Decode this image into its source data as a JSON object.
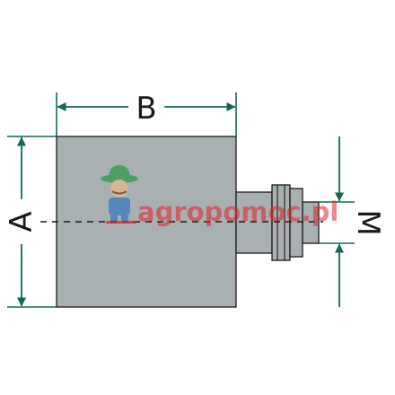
{
  "diagram": {
    "dimensions": {
      "width_label": "B",
      "height_label": "A",
      "thread_label": "M"
    },
    "colors": {
      "dimension_line": "#0f6b4a",
      "body_fill": "#a9b0b2",
      "outline": "#1a1a1a"
    }
  },
  "watermark": {
    "text": "agropomoc.pl",
    "color": "#e0202a"
  }
}
